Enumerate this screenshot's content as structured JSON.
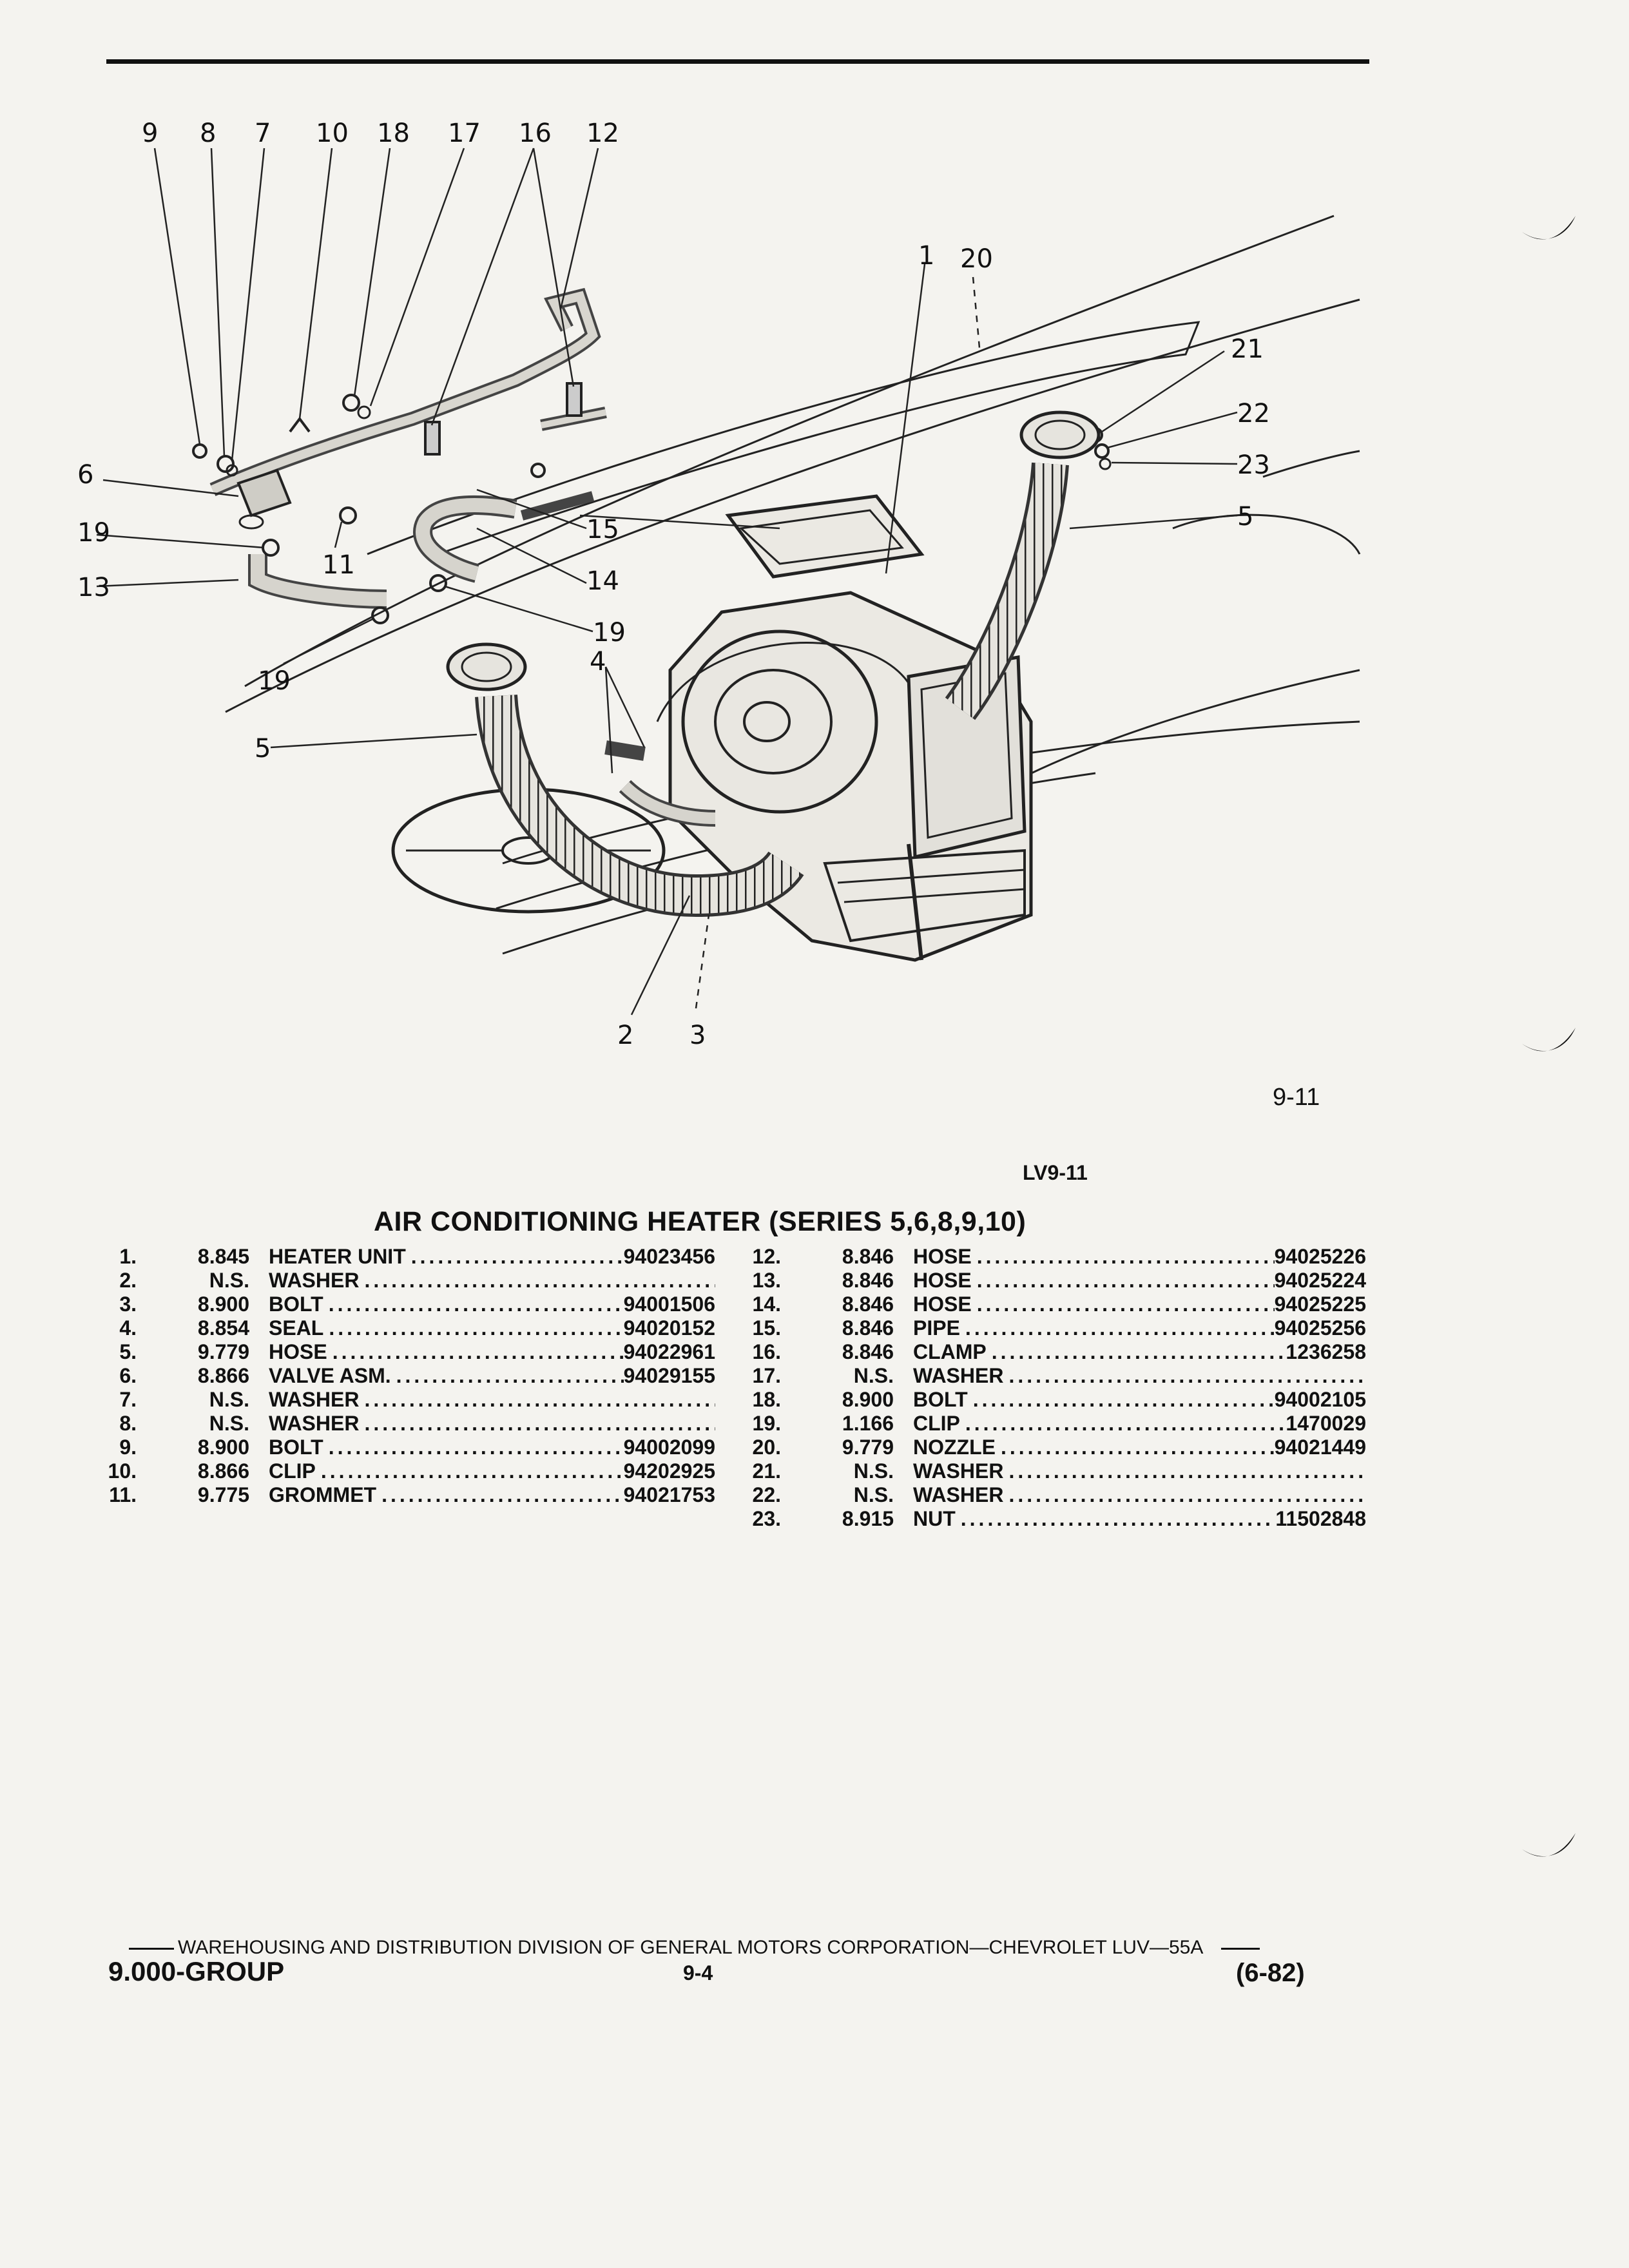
{
  "figure": {
    "number": "9-11",
    "code": "LV9-11",
    "callouts": [
      "9",
      "8",
      "7",
      "10",
      "18",
      "17",
      "16",
      "12",
      "1",
      "20",
      "21",
      "22",
      "23",
      "6",
      "5",
      "15",
      "14",
      "19",
      "11",
      "13",
      "19",
      "19",
      "4",
      "5",
      "2",
      "3"
    ]
  },
  "parts_list": {
    "title": "AIR CONDITIONING HEATER (SERIES 5,6,8,9,10)",
    "left": [
      {
        "no": "1.",
        "code": "8.845",
        "name": "HEATER UNIT",
        "part": "94023456"
      },
      {
        "no": "2.",
        "code": "N.S.",
        "name": "WASHER",
        "part": ""
      },
      {
        "no": "3.",
        "code": "8.900",
        "name": "BOLT",
        "part": "94001506"
      },
      {
        "no": "4.",
        "code": "8.854",
        "name": "SEAL",
        "part": "94020152"
      },
      {
        "no": "5.",
        "code": "9.779",
        "name": "HOSE",
        "part": "94022961"
      },
      {
        "no": "6.",
        "code": "8.866",
        "name": "VALVE ASM.",
        "part": "94029155"
      },
      {
        "no": "7.",
        "code": "N.S.",
        "name": "WASHER",
        "part": ""
      },
      {
        "no": "8.",
        "code": "N.S.",
        "name": "WASHER",
        "part": ""
      },
      {
        "no": "9.",
        "code": "8.900",
        "name": "BOLT",
        "part": "94002099"
      },
      {
        "no": "10.",
        "code": "8.866",
        "name": "CLIP",
        "part": "94202925"
      },
      {
        "no": "11.",
        "code": "9.775",
        "name": "GROMMET",
        "part": "94021753"
      }
    ],
    "right": [
      {
        "no": "12.",
        "code": "8.846",
        "name": "HOSE",
        "part": "94025226"
      },
      {
        "no": "13.",
        "code": "8.846",
        "name": "HOSE",
        "part": "94025224"
      },
      {
        "no": "14.",
        "code": "8.846",
        "name": "HOSE",
        "part": "94025225"
      },
      {
        "no": "15.",
        "code": "8.846",
        "name": "PIPE",
        "part": "94025256"
      },
      {
        "no": "16.",
        "code": "8.846",
        "name": "CLAMP",
        "part": "1236258"
      },
      {
        "no": "17.",
        "code": "N.S.",
        "name": "WASHER",
        "part": ""
      },
      {
        "no": "18.",
        "code": "8.900",
        "name": "BOLT",
        "part": "94002105"
      },
      {
        "no": "19.",
        "code": "1.166",
        "name": "CLIP",
        "part": "1470029"
      },
      {
        "no": "20.",
        "code": "9.779",
        "name": "NOZZLE",
        "part": "94021449"
      },
      {
        "no": "21.",
        "code": "N.S.",
        "name": "WASHER",
        "part": ""
      },
      {
        "no": "22.",
        "code": "N.S.",
        "name": "WASHER",
        "part": ""
      },
      {
        "no": "23.",
        "code": "8.915",
        "name": "NUT",
        "part": "11502848"
      }
    ]
  },
  "footer": {
    "division": "WAREHOUSING AND DISTRIBUTION  DIVISION OF GENERAL MOTORS CORPORATION—CHEVROLET LUV—55A",
    "group": "9.000-GROUP",
    "page": "9-4",
    "date": "(6-82)"
  }
}
